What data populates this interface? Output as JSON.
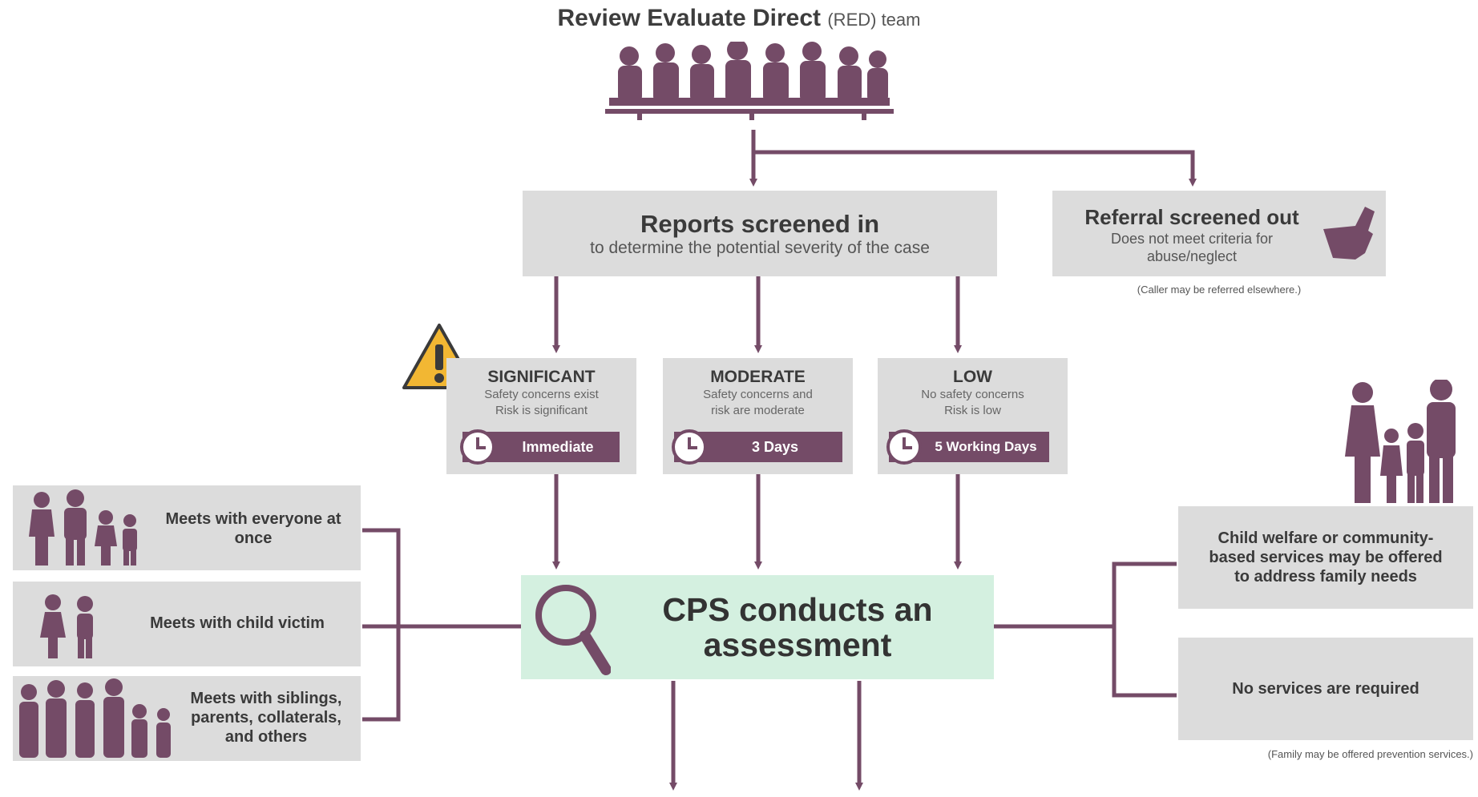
{
  "header": {
    "title": "Review Evaluate Direct",
    "title_suffix": "(RED) team"
  },
  "screened_in": {
    "title": "Reports screened in",
    "subtitle": "to determine the potential severity of the case"
  },
  "screened_out": {
    "title": "Referral screened out",
    "subtitle": "Does not meet criteria for abuse/neglect",
    "note": "(Caller may be referred elsewhere.)"
  },
  "levels": [
    {
      "title": "SIGNIFICANT",
      "line1": "Safety concerns exist",
      "line2": "Risk is significant",
      "time": "Immediate"
    },
    {
      "title": "MODERATE",
      "line1": "Safety concerns and",
      "line2": "risk are moderate",
      "time": "3 Days"
    },
    {
      "title": "LOW",
      "line1": "No safety concerns",
      "line2": "Risk is low",
      "time": "5 Working Days"
    }
  ],
  "assessment": {
    "line1": "CPS conducts an",
    "line2": "assessment"
  },
  "meetings": [
    {
      "text": "Meets with everyone at once"
    },
    {
      "text": "Meets with child victim"
    },
    {
      "text": "Meets with siblings, parents, collaterals, and others"
    }
  ],
  "outcomes": [
    {
      "text": "Child welfare or community-based services may be offered to address family needs"
    },
    {
      "text": "No services are required"
    }
  ],
  "outcome_note": "(Family may be offered prevention services.)",
  "colors": {
    "accent": "#744b67",
    "box_gray": "#dcdcdc",
    "assessment_green": "#d4f0e0",
    "warning_yellow": "#f2b733"
  }
}
